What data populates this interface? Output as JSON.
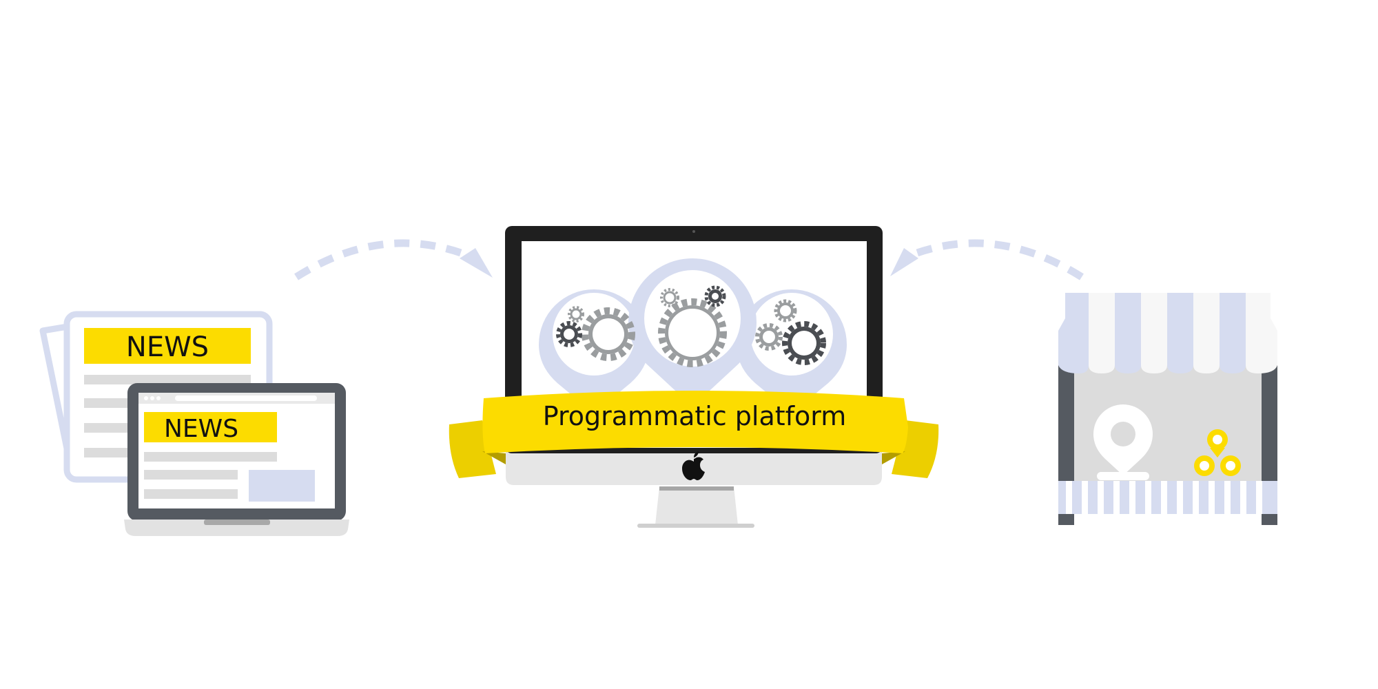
{
  "newspaper": {
    "headline": "NEWS"
  },
  "laptop": {
    "headline": "NEWS"
  },
  "platform": {
    "banner_label": "Programmatic platform"
  },
  "colors": {
    "lavender": "#d6dcf0",
    "yellow": "#fcdc00",
    "yellow_dark": "#eccf00",
    "dark_gray": "#555a61",
    "light_gray": "#dcdcdc",
    "monitor_black": "#1f1f1f",
    "gear_gray": "#9a9d9f",
    "gear_dark": "#4a4d52"
  },
  "icons": [
    "newspaper-icon",
    "laptop-icon",
    "imac-icon",
    "gear-icon",
    "storefront-icon",
    "location-pin-icon",
    "apple-logo-icon",
    "arrow-icon"
  ]
}
